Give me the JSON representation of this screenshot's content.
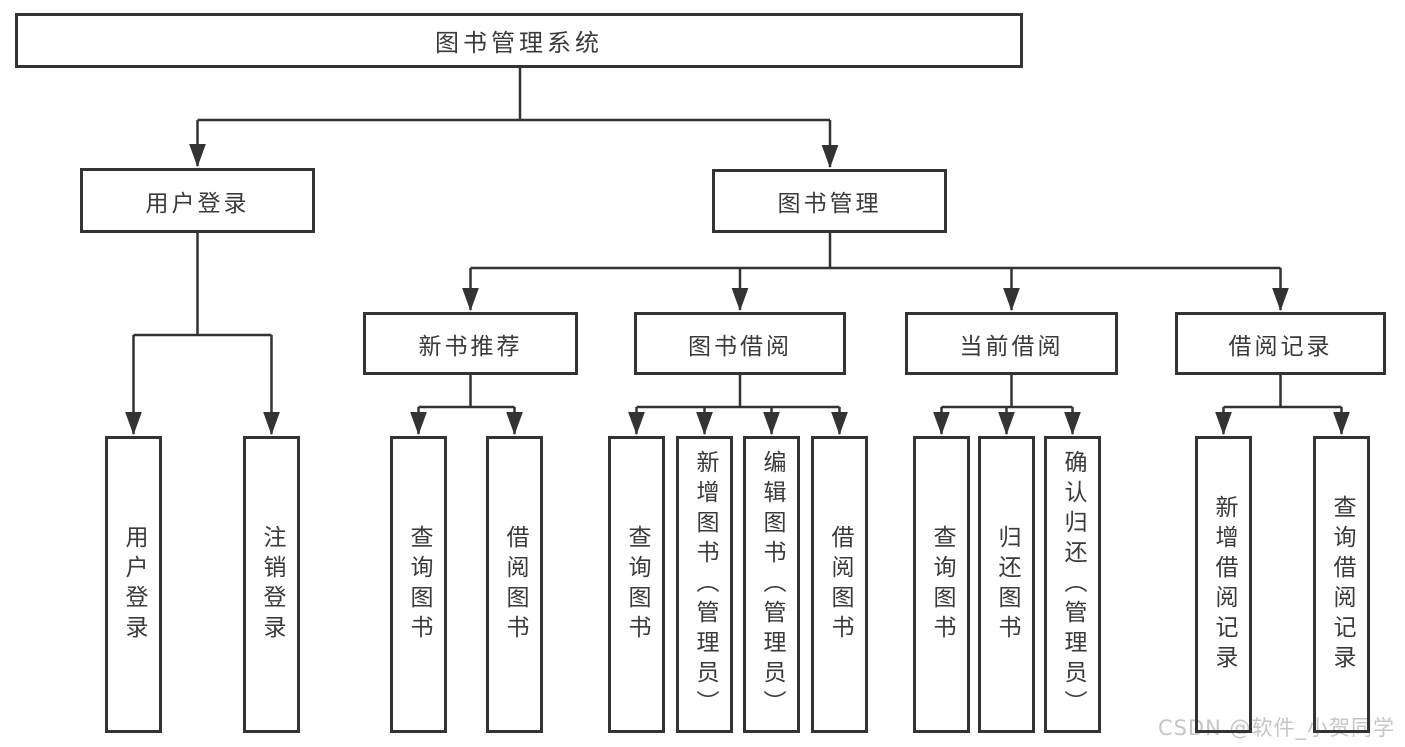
{
  "colors": {
    "line": "#333333",
    "text": "#3a3a3a",
    "box_background": "#ffffff",
    "watermark": "#c6c6c6"
  },
  "watermark": {
    "text": "CSDN @软件_小贺同学"
  },
  "tree": {
    "root": {
      "label": "图书管理系统",
      "children": [
        {
          "label": "用户登录",
          "children": [
            {
              "label": "用户登录"
            },
            {
              "label": "注销登录"
            }
          ]
        },
        {
          "label": "图书管理",
          "children": [
            {
              "label": "新书推荐",
              "children": [
                {
                  "label": "查询图书"
                },
                {
                  "label": "借阅图书"
                }
              ]
            },
            {
              "label": "图书借阅",
              "children": [
                {
                  "label": "查询图书"
                },
                {
                  "label": "新增图书（管理员）"
                },
                {
                  "label": "编辑图书（管理员）"
                },
                {
                  "label": "借阅图书"
                }
              ]
            },
            {
              "label": "当前借阅",
              "children": [
                {
                  "label": "查询图书"
                },
                {
                  "label": "归还图书"
                },
                {
                  "label": "确认归还（管理员）"
                }
              ]
            },
            {
              "label": "借阅记录",
              "children": [
                {
                  "label": "新增借阅记录"
                },
                {
                  "label": "查询借阅记录"
                }
              ]
            }
          ]
        }
      ]
    }
  }
}
